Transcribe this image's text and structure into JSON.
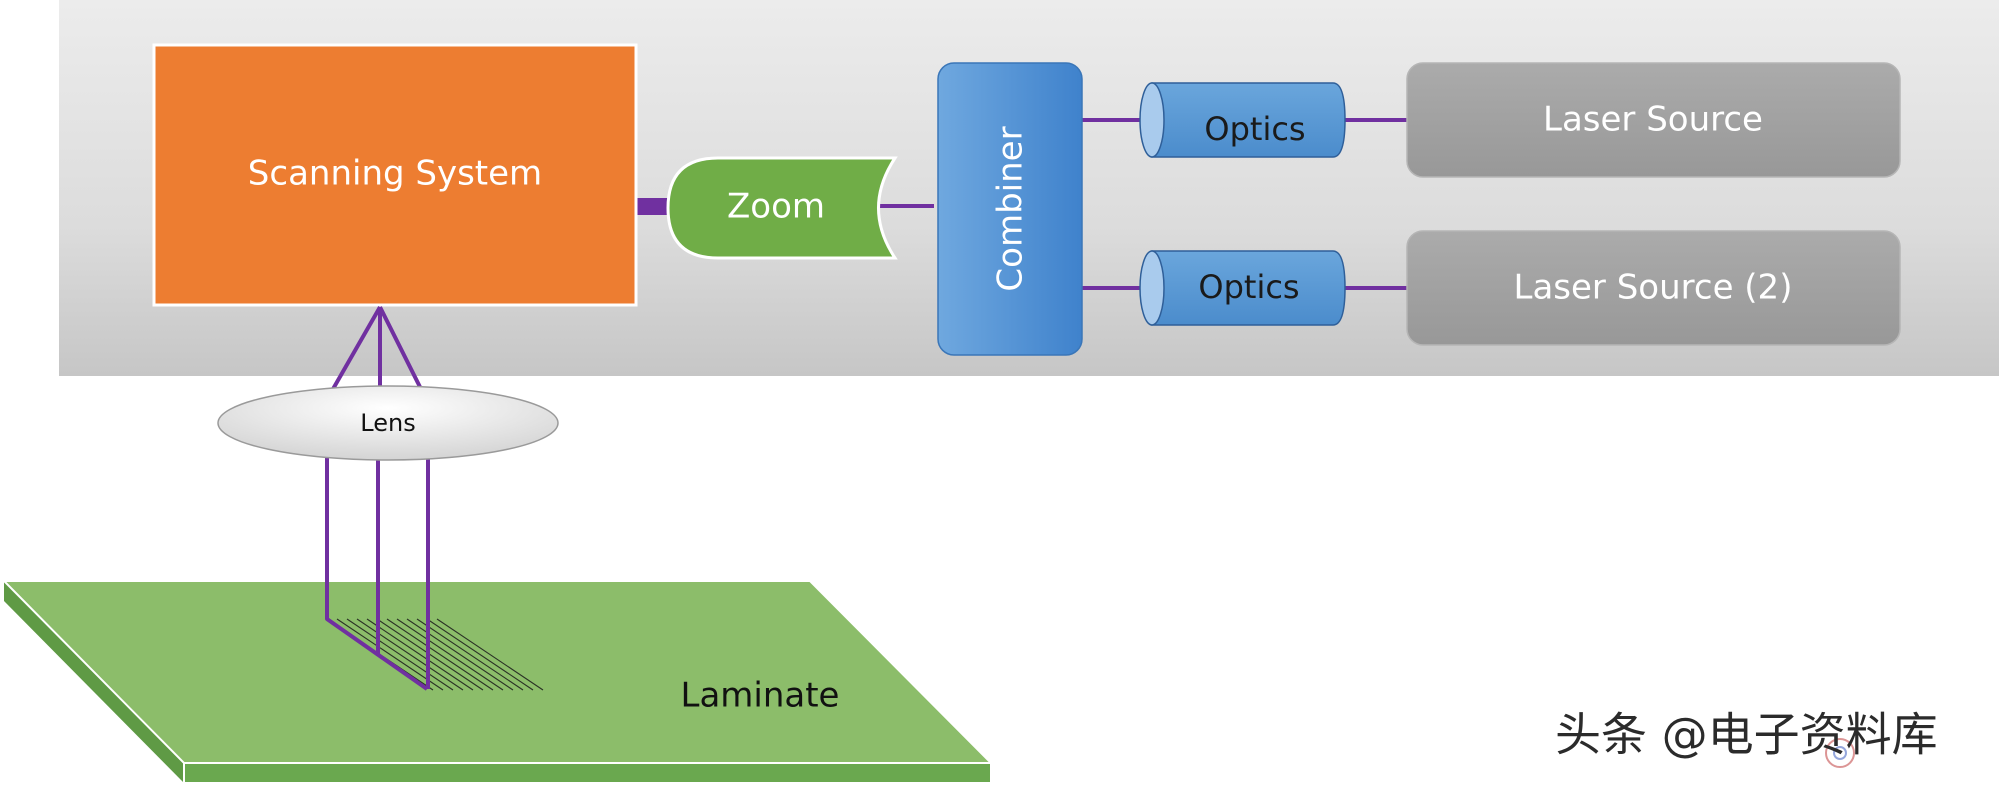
{
  "blocks": {
    "scanning_system": "Scanning System",
    "zoom": "Zoom",
    "combiner": "Combiner",
    "optics_1": "Optics",
    "optics_2": "Optics",
    "laser_source_1": "Laser Source",
    "laser_source_2": "Laser Source (2)",
    "lens": "Lens",
    "laminate": "Laminate"
  },
  "watermark": {
    "text": "头条 @电子资料库"
  },
  "colors": {
    "panel_top": "#ececec",
    "panel_bottom": "#c9c9c9",
    "scanning_system": "#ed7d31",
    "zoom": "#70ad47",
    "combiner": "#4a90d9",
    "optics": "#5b9bd5",
    "laser_source": "#a6a6a6",
    "beam": "#7030a0",
    "laminate_top": "#8cbd6a",
    "laminate_side": "#6aa84f"
  }
}
